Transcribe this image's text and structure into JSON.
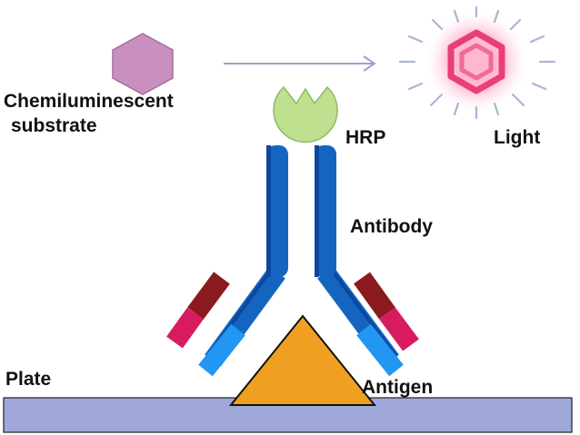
{
  "labels": {
    "substrate_line1": "Chemiluminescent",
    "substrate_line2": "substrate",
    "hrp": "HRP",
    "light": "Light",
    "antibody": "Antibody",
    "plate": "Plate",
    "antigen": "Antigen"
  },
  "colors": {
    "substrate": "#c98fbf",
    "hrp": "#bfe08e",
    "heavy_chain": "#1565c0",
    "light_chain_inner": "#2196f3",
    "light_chain_outer_dark": "#8b1a1f",
    "light_chain_outer_pink": "#d81b60",
    "antigen": "#f0a020",
    "plate": "#9fa8d9",
    "arrow": "#9aa3c7",
    "light_glow": "#e83e7a"
  }
}
